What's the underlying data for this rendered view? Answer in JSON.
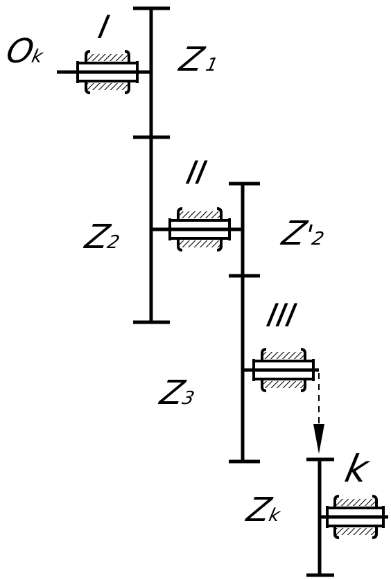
{
  "labels": {
    "input_shaft": {
      "main": "O",
      "sub": "k"
    },
    "shaft_1": "I",
    "shaft_2": "II",
    "shaft_3": "III",
    "output": "k",
    "gear_z1": {
      "main": "Z",
      "sub": "1"
    },
    "gear_z2": {
      "main": "Z",
      "sub": "2"
    },
    "gear_z2p": {
      "main": "Z",
      "prime": "'",
      "sub": "2"
    },
    "gear_z3": {
      "main": "Z",
      "sub": "3"
    },
    "gear_zk": {
      "main": "Z",
      "sub": "k"
    }
  },
  "colors": {
    "line": "#000000",
    "hatch": "#000000",
    "background": "#ffffff"
  }
}
